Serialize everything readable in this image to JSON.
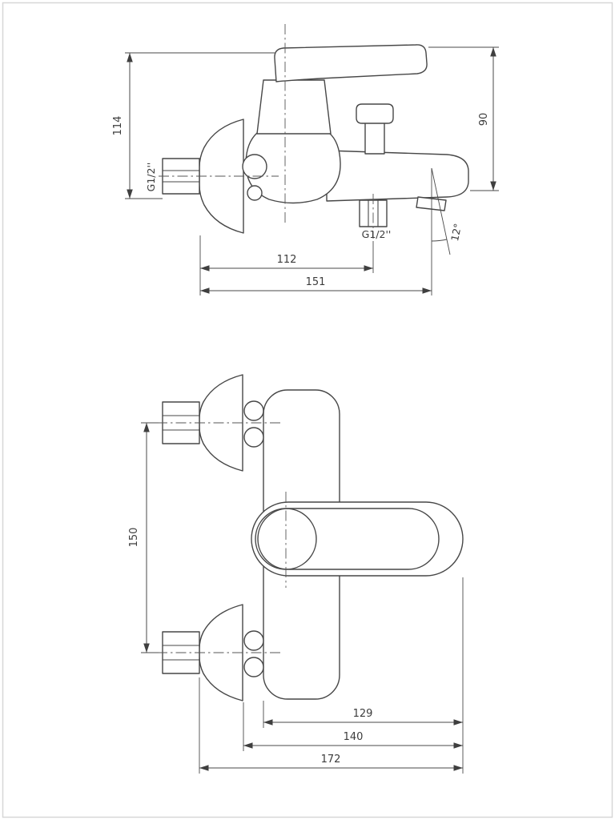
{
  "style": {
    "background": "#ffffff",
    "line_color": "#474747",
    "dimension_color": "#4a4a4a",
    "text_color": "#3c3c3c"
  },
  "side_view": {
    "dims": {
      "height_overall": "114",
      "height_spout": "90",
      "thread_wall": "G1/2''",
      "thread_shower": "G1/2''",
      "depth_shower": "112",
      "depth_overall": "151",
      "spout_angle": "12°"
    }
  },
  "front_view": {
    "dims": {
      "hole_spacing": "150",
      "depth_body": "129",
      "depth_flange": "140",
      "depth_overall": "172"
    }
  }
}
